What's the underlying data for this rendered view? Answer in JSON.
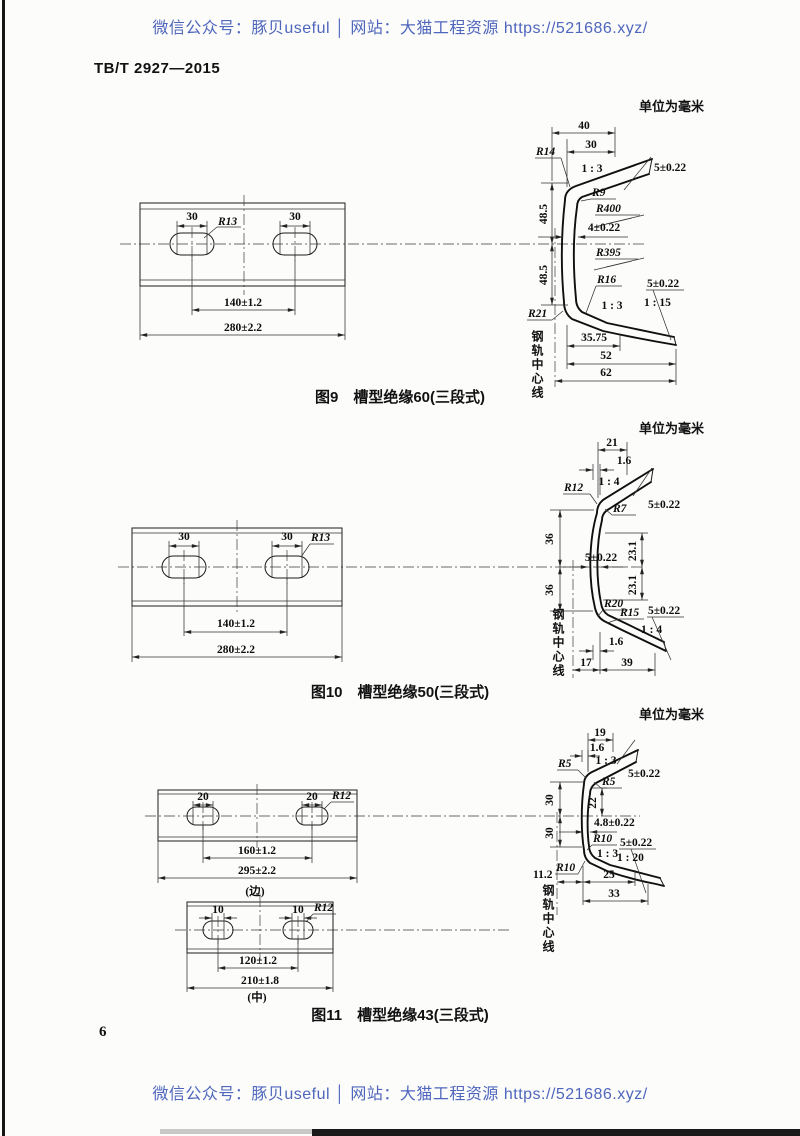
{
  "header": {
    "promo": "微信公众号：豚贝useful │ 网站：大猫工程资源 https://521686.xyz/",
    "doc_number": "TB/T 2927—2015"
  },
  "fig9": {
    "units": "单位为毫米",
    "caption": "图9　槽型绝缘60(三段式)",
    "plan": {
      "slot_l": "30",
      "slot_r": "30",
      "radius": "R13",
      "spacing": "140±1.2",
      "length": "280±2.2"
    },
    "sec": {
      "w_top": "40",
      "w_inner": "30",
      "slope_top": "1 : 3",
      "r_out_top": "R14",
      "t_top": "5±0.22",
      "r_in_top": "R9",
      "r_web_up": "R400",
      "h_up": "48.5",
      "t_web": "4±0.22",
      "r_web_low": "R395",
      "h_low": "48.5",
      "r_in_bot": "R16",
      "slope_bot": "1 : 3",
      "t_bot": "5±0.22",
      "slope_foot": "1 : 15",
      "r_out_bot": "R21",
      "d1": "35.75",
      "d2": "52",
      "d3": "62",
      "rail": "钢轨中心线"
    }
  },
  "fig10": {
    "units": "单位为毫米",
    "caption": "图10　槽型绝缘50(三段式)",
    "plan": {
      "slot_l": "30",
      "slot_r": "30",
      "radius": "R13",
      "spacing": "140±1.2",
      "length": "280±2.2"
    },
    "sec": {
      "w_top": "21",
      "off_top": "1.6",
      "slope_top": "1 : 4",
      "r_out_top": "R12",
      "r_in_top": "R7",
      "t_top": "5±0.22",
      "h_up": "36",
      "h_low": "36",
      "d_up": "23.1",
      "t_web": "5±0.22",
      "d_low": "23.1",
      "r_in_bot": "R20",
      "r_bot": "R15",
      "t_bot": "5±0.22",
      "slope_bot": "1 : 4",
      "off_bot": "1.6",
      "d1": "17",
      "d2": "39",
      "rail": "钢轨中心线"
    }
  },
  "fig11": {
    "units": "单位为毫米",
    "caption": "图11　槽型绝缘43(三段式)",
    "plan_edge": {
      "slot_l": "20",
      "slot_r": "20",
      "radius": "R12",
      "spacing": "160±1.2",
      "length": "295±2.2",
      "tag": "(边)"
    },
    "plan_mid": {
      "slot_l": "10",
      "slot_r": "10",
      "radius": "R12",
      "spacing": "120±1.2",
      "length": "210±1.8",
      "tag": "(中)"
    },
    "sec": {
      "w_top": "19",
      "off_top": "1.6",
      "slope_top": "1 : 3",
      "r_out_top": "R5",
      "r_in_top": "R5",
      "t_top": "5±0.22",
      "h_up": "30",
      "h_low": "30",
      "d_in": "22",
      "t_web": "4.8±0.22",
      "r_in_bot": "R10",
      "slope_bot": "1 : 3",
      "t_bot": "5±0.22",
      "slope_foot": "1 : 20",
      "r_out_bot": "R10",
      "d_rail": "11.2",
      "d1": "25",
      "d2": "33",
      "rail": "钢轨中心线"
    }
  },
  "footer": {
    "page_number": "6",
    "promo": "微信公众号：豚贝useful │ 网站：大猫工程资源 https://521686.xyz/"
  }
}
